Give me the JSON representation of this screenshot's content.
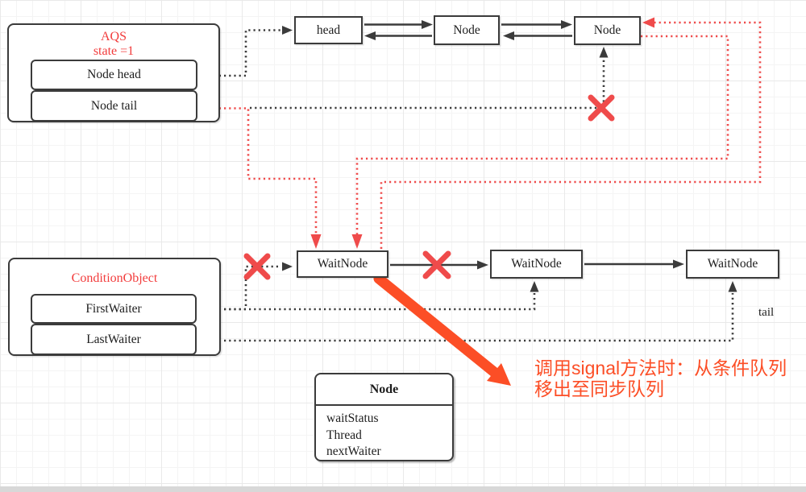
{
  "diagram": {
    "aqs_box": {
      "title": "AQS",
      "state": "state =1",
      "head_field": "Node head",
      "tail_field": "Node tail"
    },
    "sync_queue": {
      "head": "head",
      "node2": "Node",
      "node3": "Node"
    },
    "condition_box": {
      "title": "ConditionObject",
      "first_field": "FirstWaiter",
      "last_field": "LastWaiter"
    },
    "condition_queue": {
      "wait1": "WaitNode",
      "wait2": "WaitNode",
      "wait3": "WaitNode"
    },
    "node_class": {
      "title": "Node",
      "field1": "waitStatus",
      "field2": "Thread",
      "field3": "nextWaiter"
    },
    "labels": {
      "tail": "tail"
    },
    "annotation": {
      "line1": "调用signal方法时：从条件队列",
      "line2": "移出至同步队列"
    },
    "colors": {
      "line_black": "#3b3b3b",
      "accent_red": "#ef4b4b",
      "title_red": "#f23c3c",
      "annotation_orange": "#fc4e26",
      "grid_minor": "#f4f4f4",
      "grid_major": "#e9e9e9",
      "background": "#ffffff"
    }
  }
}
